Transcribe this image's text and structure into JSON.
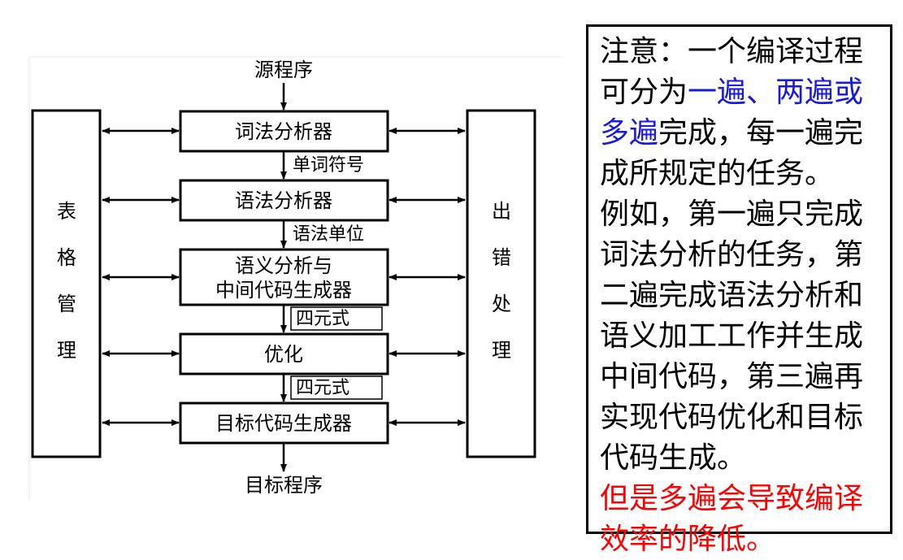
{
  "diagram": {
    "source_label": "源程序",
    "target_label": "目标程序",
    "left_box": [
      "表",
      "格",
      "管",
      "理"
    ],
    "right_box": [
      "出",
      "错",
      "处",
      "理"
    ],
    "stages": [
      {
        "lines": [
          "词法分析器"
        ]
      },
      {
        "lines": [
          "语法分析器"
        ]
      },
      {
        "lines": [
          "语义分析与",
          "中间代码生成器"
        ]
      },
      {
        "lines": [
          "优化"
        ]
      },
      {
        "lines": [
          "目标代码生成器"
        ]
      }
    ],
    "flow_labels": [
      "单词符号",
      "语法单位",
      "四元式",
      "四元式"
    ]
  },
  "note": {
    "lines": [
      [
        {
          "text": "注意：一个编译过程",
          "color": "black"
        }
      ],
      [
        {
          "text": "可分为",
          "color": "black"
        },
        {
          "text": "一遍、两遍或",
          "color": "blue"
        }
      ],
      [
        {
          "text": "多遍",
          "color": "blue"
        },
        {
          "text": "完成，每一遍完",
          "color": "black"
        }
      ],
      [
        {
          "text": "成所规定的任务。",
          "color": "black"
        }
      ],
      [
        {
          "text": "例如，第一遍只完成",
          "color": "black"
        }
      ],
      [
        {
          "text": "词法分析的任务，第",
          "color": "black"
        }
      ],
      [
        {
          "text": "二遍完成语法分析和",
          "color": "black"
        }
      ],
      [
        {
          "text": "语义加工工作并生成",
          "color": "black"
        }
      ],
      [
        {
          "text": "中间代码，第三遍再",
          "color": "black"
        }
      ],
      [
        {
          "text": "实现代码优化和目标",
          "color": "black"
        }
      ],
      [
        {
          "text": "代码生成。",
          "color": "black"
        }
      ],
      [
        {
          "text": "但是多遍会导致编译",
          "color": "red"
        }
      ],
      [
        {
          "text": "效率的降低。",
          "color": "red"
        }
      ]
    ]
  }
}
